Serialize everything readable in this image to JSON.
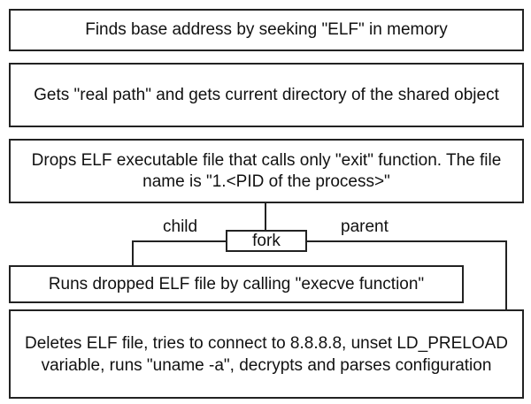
{
  "steps": [
    {
      "text": "Finds base address by seeking \"ELF\" in memory"
    },
    {
      "text": "Gets \"real path\" and gets current directory of the shared object"
    },
    {
      "text": "Drops ELF executable file that calls only \"exit\" function. The file name is \"1.<PID of the process>\""
    },
    {
      "text": "Runs dropped ELF file by calling \"execve function\""
    },
    {
      "text": "Deletes ELF file, tries to connect to 8.8.8.8, unset LD_PRELOAD variable, runs \"uname -a\", decrypts and parses configuration"
    }
  ],
  "fork": {
    "label": "fork",
    "child_label": "child",
    "parent_label": "parent"
  }
}
